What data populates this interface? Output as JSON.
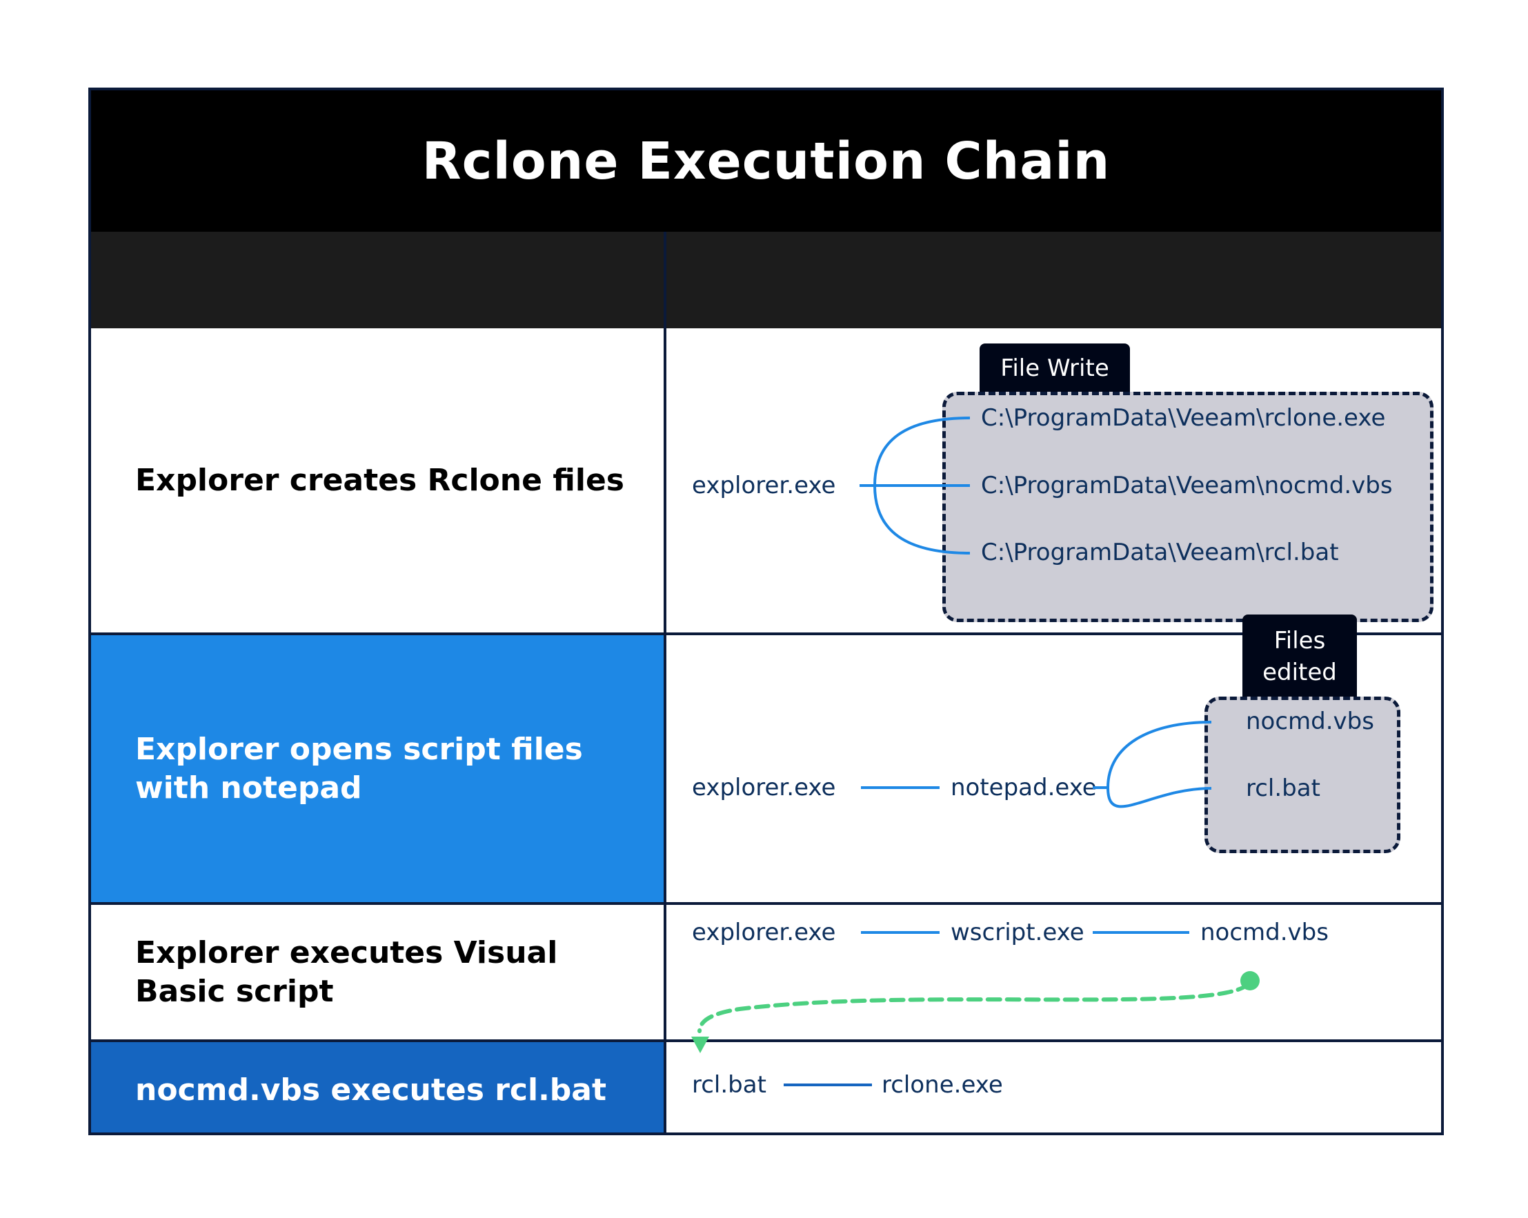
{
  "title": "Rclone Execution Chain",
  "colors": {
    "title_bg": "#000000",
    "header_bg": "#1c1c1c",
    "border": "#0b1a3a",
    "row_bright_blue": "#1e88e5",
    "row_dark_blue": "#1565c0",
    "line_blue": "#1e88e5",
    "group_fill": "#cdcdd6",
    "node_text": "#0d2f5c",
    "arrow_green": "#4cd080"
  },
  "rows": [
    {
      "label": "Explorer creates Rclone files",
      "source": "explorer.exe",
      "group_title": "File Write",
      "files": [
        "C:\\ProgramData\\Veeam\\rclone.exe",
        "C:\\ProgramData\\Veeam\\nocmd.vbs",
        "C:\\ProgramData\\Veeam\\rcl.bat"
      ]
    },
    {
      "label": "Explorer opens script files with notepad",
      "chain": [
        "explorer.exe",
        "notepad.exe"
      ],
      "group_title": "Files edited",
      "files": [
        "nocmd.vbs",
        "rcl.bat"
      ]
    },
    {
      "label": "Explorer executes Visual Basic script",
      "chain": [
        "explorer.exe",
        "wscript.exe",
        "nocmd.vbs"
      ]
    },
    {
      "label": "nocmd.vbs executes rcl.bat",
      "chain": [
        "rcl.bat",
        "rclone.exe"
      ]
    }
  ]
}
